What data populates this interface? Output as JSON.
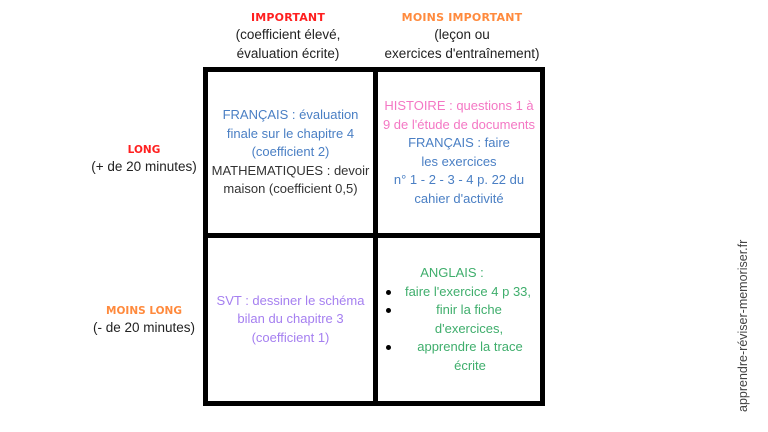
{
  "colors": {
    "important": "#ff1f1f",
    "less_important": "#ff8a3d",
    "francais": "#4a7fc4",
    "mathematiques": "#333333",
    "histoire": "#f477c4",
    "svt": "#a57ff0",
    "anglais": "#3fae6c",
    "grid": "#000000"
  },
  "columns": [
    {
      "title": "IMPORTANT",
      "subtitle_line1": "(coefficient élevé,",
      "subtitle_line2": "évaluation écrite)"
    },
    {
      "title": "MOINS IMPORTANT",
      "subtitle_line1": "(leçon ou",
      "subtitle_line2": "exercices d'entraînement)"
    }
  ],
  "rows": [
    {
      "title": "LONG",
      "subtitle": "(+ de 20 minutes)"
    },
    {
      "title": "MOINS LONG",
      "subtitle": "(- de 20 minutes)"
    }
  ],
  "cells": {
    "long_important": {
      "francais": "FRANÇAIS : évaluation finale sur le chapitre 4 (coefficient 2)",
      "mathematiques": "MATHEMATIQUES : devoir maison (coefficient 0,5)"
    },
    "long_less_important": {
      "histoire": "HISTOIRE : questions 1 à 9 de l'étude de documents",
      "francais_line1": "FRANÇAIS :  faire les exercices",
      "francais_line2": "n° 1 - 2 - 3 - 4 p. 22 du cahier d'activité"
    },
    "short_important": {
      "svt": "SVT : dessiner le schéma bilan du chapitre 3 (coefficient 1)"
    },
    "short_less_important": {
      "anglais_title": "ANGLAIS :",
      "tasks": [
        "faire l'exercice 4 p 33,",
        "finir la fiche d'exercices,",
        "apprendre la trace écrite"
      ]
    }
  },
  "watermark": "apprendre-réviser-memoriser.fr"
}
